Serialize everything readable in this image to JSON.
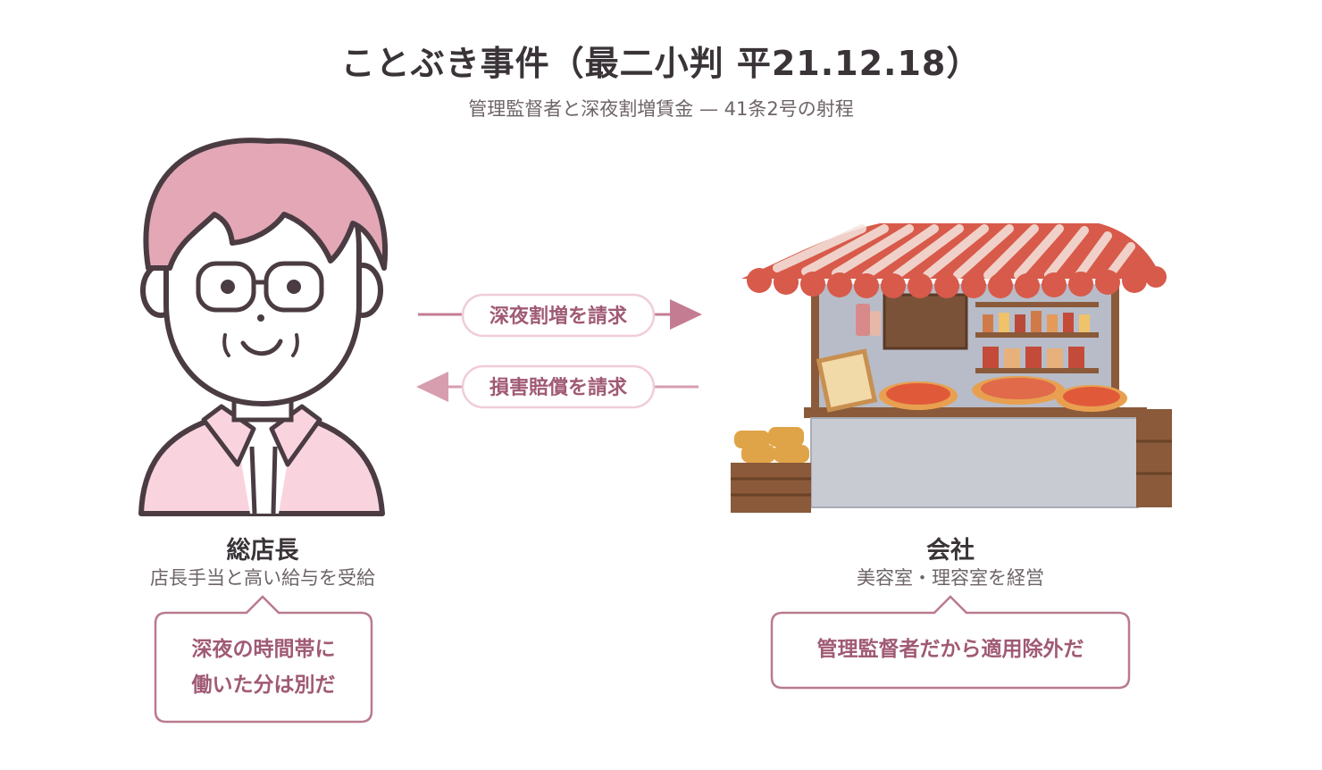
{
  "header": {
    "title": "ことぶき事件（最二小判 平21.12.18）",
    "subtitle": "管理監督者と深夜割増賃金 — 41条2号の射程"
  },
  "arrows": {
    "top_label": "深夜割増を請求",
    "bottom_label": "損害賠償を請求"
  },
  "left_party": {
    "name": "総店長",
    "description": "店長手当と高い給与を受給",
    "speech_line1": "深夜の時間帯に",
    "speech_line2": "働いた分は別だ"
  },
  "right_party": {
    "name": "会社",
    "description": "美容室・理容室を経営",
    "speech": "管理監督者だから適用除外だ"
  },
  "colors": {
    "accent": "#a05a74",
    "arrow_right": "#c47c92",
    "arrow_left": "#d79eb0",
    "pill_border": "#f0cdd8",
    "hair": "#e3a7b6",
    "shirt": "#f9d4de"
  }
}
